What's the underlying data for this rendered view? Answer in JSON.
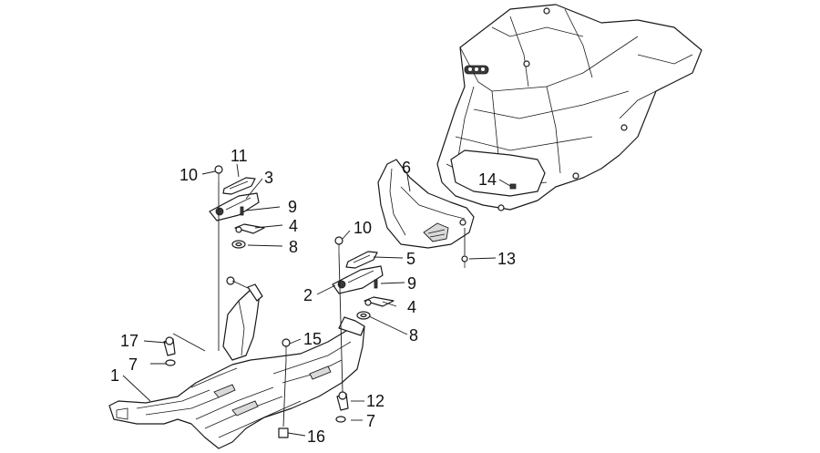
{
  "callouts": [
    {
      "id": "c1",
      "text": "1"
    },
    {
      "id": "c2",
      "text": "2"
    },
    {
      "id": "c3",
      "text": "3"
    },
    {
      "id": "c4a",
      "text": "4"
    },
    {
      "id": "c4b",
      "text": "4"
    },
    {
      "id": "c5",
      "text": "5"
    },
    {
      "id": "c6",
      "text": "6"
    },
    {
      "id": "c7a",
      "text": "7"
    },
    {
      "id": "c7b",
      "text": "7"
    },
    {
      "id": "c8a",
      "text": "8"
    },
    {
      "id": "c8b",
      "text": "8"
    },
    {
      "id": "c9a",
      "text": "9"
    },
    {
      "id": "c9b",
      "text": "9"
    },
    {
      "id": "c10a",
      "text": "10"
    },
    {
      "id": "c10b",
      "text": "10"
    },
    {
      "id": "c11",
      "text": "11"
    },
    {
      "id": "c12",
      "text": "12"
    },
    {
      "id": "c13",
      "text": "13"
    },
    {
      "id": "c14",
      "text": "14"
    },
    {
      "id": "c15",
      "text": "15"
    },
    {
      "id": "c16",
      "text": "16"
    },
    {
      "id": "c17",
      "text": "17"
    }
  ]
}
